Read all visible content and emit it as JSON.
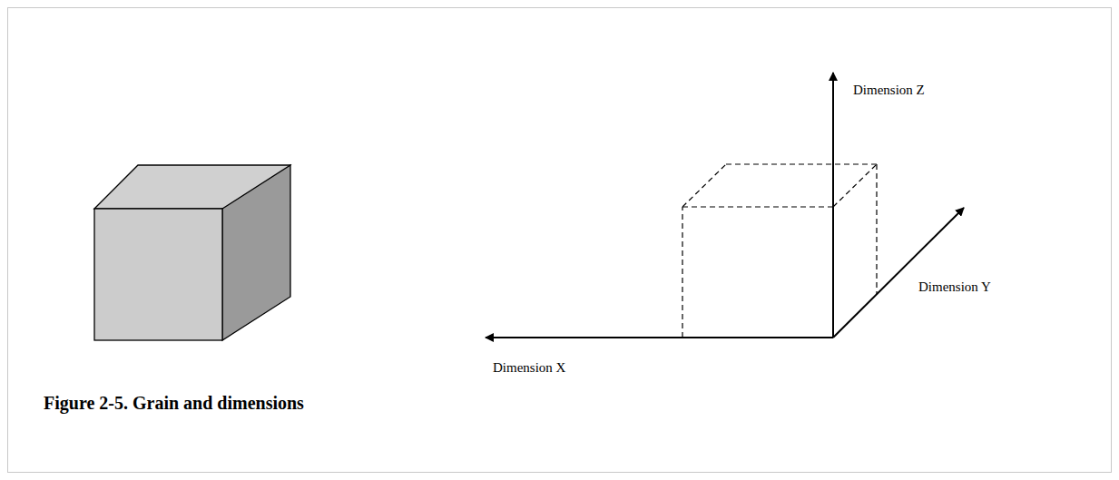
{
  "diagram": {
    "caption": "Figure 2-5. Grain and dimensions",
    "labels": [
      "Dimension Z",
      "Dimension Y",
      "Dimension X"
    ]
  }
}
